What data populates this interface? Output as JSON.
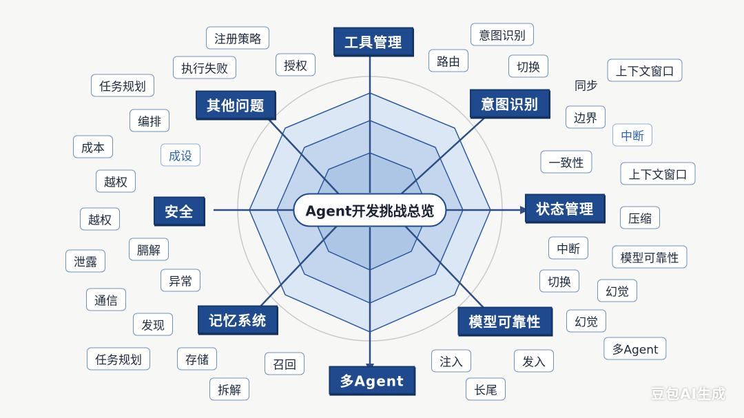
{
  "center_title": "Agent开发挑战总览",
  "categories": [
    {
      "id": "tools",
      "label": "工具管理"
    },
    {
      "id": "intent",
      "label": "意图识别"
    },
    {
      "id": "state",
      "label": "状态管理"
    },
    {
      "id": "reliability",
      "label": "模型可靠性"
    },
    {
      "id": "multi",
      "label": "多Agent"
    },
    {
      "id": "memory",
      "label": "记忆系统"
    },
    {
      "id": "security",
      "label": "安全"
    },
    {
      "id": "other",
      "label": "其他问题"
    }
  ],
  "keywords": {
    "registration_policy": "注册策略",
    "authorization": "授权",
    "execution_failure": "执行失败",
    "task_planning_top": "任务规划",
    "orchestration": "编排",
    "cost": "成本",
    "persona": "成设",
    "privilege_escalation_1": "越权",
    "privilege_escalation_2": "越权",
    "leak": "泄露",
    "jailbreak": "膈解",
    "anomaly": "异常",
    "communication": "通信",
    "discovery": "发现",
    "task_planning_bottom": "任务规划",
    "storage": "存储",
    "decompose": "拆解",
    "recall": "召回",
    "injection": "注入",
    "send_in": "发入",
    "long_tail": "长尾",
    "intent_recog_kw": "意图识别",
    "routing": "路由",
    "switch_top": "切换",
    "context_window_1": "上下文窗口",
    "sync": "同步",
    "boundary": "边界",
    "interrupt_1": "中断",
    "consistency": "一致性",
    "context_window_2": "上下文窗口",
    "compression": "压缩",
    "interrupt_2": "中断",
    "model_reliability_kw": "模型可靠性",
    "switch_bottom": "切换",
    "hallucination_1": "幻觉",
    "hallucination_2": "幻觉",
    "multi_agent_kw": "多Agent"
  },
  "watermark": "豆包AI生成",
  "colors": {
    "category_bg": "#1f4a8e",
    "keyword_border": "#6f90bf",
    "web_fill": "#9db9e0",
    "background": "#f7f7f5"
  }
}
